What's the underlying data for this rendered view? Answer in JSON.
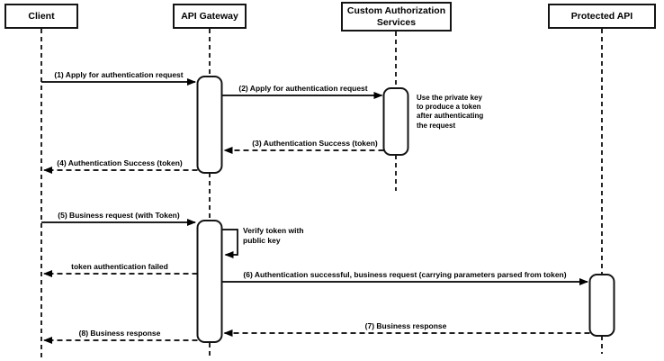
{
  "participants": [
    {
      "label": "Client"
    },
    {
      "label": "API Gateway"
    },
    {
      "label": "Custom Authorization Services"
    },
    {
      "label": "Protected API"
    }
  ],
  "messages": [
    {
      "label": "(1) Apply for authentication request",
      "from": "Client",
      "to": "API Gateway",
      "style": "solid"
    },
    {
      "label": "(2) Apply for authentication request",
      "from": "API Gateway",
      "to": "Custom Authorization Services",
      "style": "solid"
    },
    {
      "label": "(3) Authentication Success (token)",
      "from": "Custom Authorization Services",
      "to": "API Gateway",
      "style": "dashed"
    },
    {
      "label": "(4) Authentication Success (token)",
      "from": "API Gateway",
      "to": "Client",
      "style": "dashed"
    },
    {
      "label": "(5) Business request (with Token)",
      "from": "Client",
      "to": "API Gateway",
      "style": "solid"
    },
    {
      "label": "Verify token with public key",
      "from": "API Gateway",
      "to": "API Gateway",
      "style": "self-loop"
    },
    {
      "label": "token authentication failed",
      "from": "API Gateway",
      "to": "Client",
      "style": "dashed"
    },
    {
      "label": "(6) Authentication successful, business request (carrying parameters parsed from token)",
      "from": "API Gateway",
      "to": "Protected API",
      "style": "solid"
    },
    {
      "label": "(7) Business response",
      "from": "Protected API",
      "to": "API Gateway",
      "style": "dashed"
    },
    {
      "label": "(8) Business response",
      "from": "API Gateway",
      "to": "Client",
      "style": "dashed"
    }
  ],
  "note": {
    "text": "Use the private key to produce a token after authenticating the request"
  },
  "colors": {
    "line": "#000000",
    "shape_fill": "#ffffff",
    "shape_border": "#141414",
    "background": "#ffffff"
  }
}
